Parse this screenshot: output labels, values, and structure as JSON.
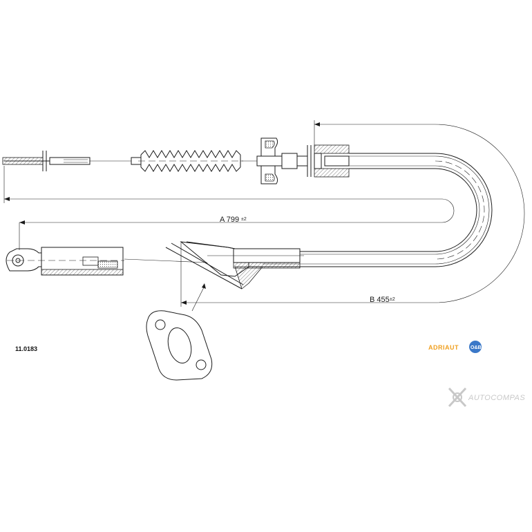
{
  "part_number": "11.0183",
  "dimensions": {
    "a": {
      "label": "A 799",
      "tolerance": "±2"
    },
    "b": {
      "label": "B 455",
      "tolerance": "±2"
    }
  },
  "brand": {
    "name": "ADRIAUT",
    "mark": "O&B",
    "color": "#f0a020",
    "mark_color": "#3a78c8"
  },
  "watermark": "AUTOCOMPAS"
}
